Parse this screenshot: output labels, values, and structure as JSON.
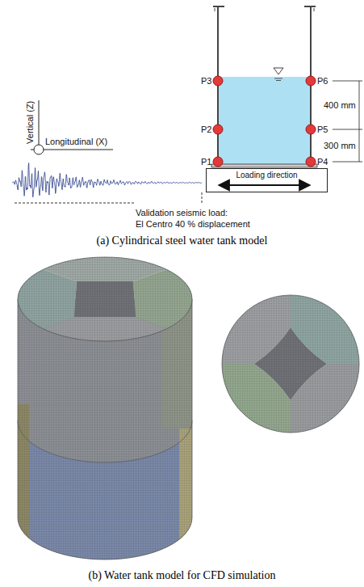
{
  "diagram": {
    "nodes": [
      {
        "text": [
          "Loading direction"
        ]
      }
    ],
    "labels": [
      "Vertical (Z)",
      "Longitudinal (X)",
      "P3",
      "P2",
      "P1",
      "P6",
      "P5",
      "P4",
      "400 mm",
      "300 mm",
      "Validation seismic load:",
      "El Centro 40 % displacement",
      "(a) Cylindrical steel water tank model",
      "(b) Water tank model for CFD simulation"
    ]
  }
}
